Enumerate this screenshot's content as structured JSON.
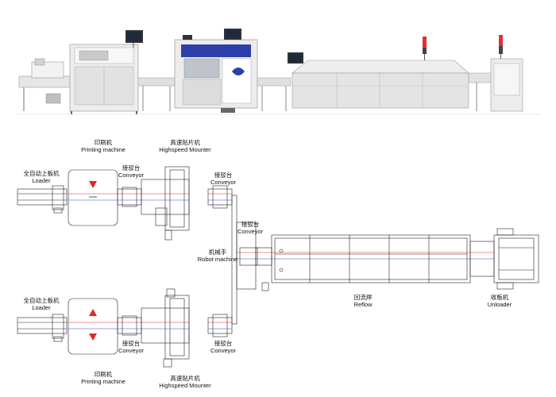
{
  "colors": {
    "line": "#222222",
    "accent_red": "#e8222a",
    "accent_blue": "#2c4bd8",
    "accent_green": "#22a34a",
    "machine_gray": "#dcdcdc",
    "machine_blue": "#2d3fa8"
  },
  "labels": {
    "printer_top": {
      "zh": "印刷机",
      "en": "Printing machine"
    },
    "mounter_top": {
      "zh": "高速贴片机",
      "en": "Highspeed Mounter"
    },
    "loader_top": {
      "zh": "全自动上板机",
      "en": "Loader"
    },
    "conveyor_1": {
      "zh": "接驳台",
      "en": "Conveyor"
    },
    "conveyor_2": {
      "zh": "接驳台",
      "en": "Conveyor"
    },
    "conveyor_3": {
      "zh": "接驳台",
      "en": "Conveyor"
    },
    "robot": {
      "zh": "机械手",
      "en": "Robot machine"
    },
    "loader_bottom": {
      "zh": "全自动上板机",
      "en": "Loader"
    },
    "reflow": {
      "zh": "回流焊",
      "en": "Reflow"
    },
    "unloader": {
      "zh": "收板机",
      "en": "Unloader"
    },
    "conveyor_4": {
      "zh": "接驳台",
      "en": "Conveyor"
    },
    "conveyor_5": {
      "zh": "接驳台",
      "en": "Conveyor"
    },
    "printer_bottom": {
      "zh": "印刷机",
      "en": "Printing machine"
    },
    "mounter_bottom": {
      "zh": "高速贴片机",
      "en": "Highspeed Mounter"
    }
  }
}
